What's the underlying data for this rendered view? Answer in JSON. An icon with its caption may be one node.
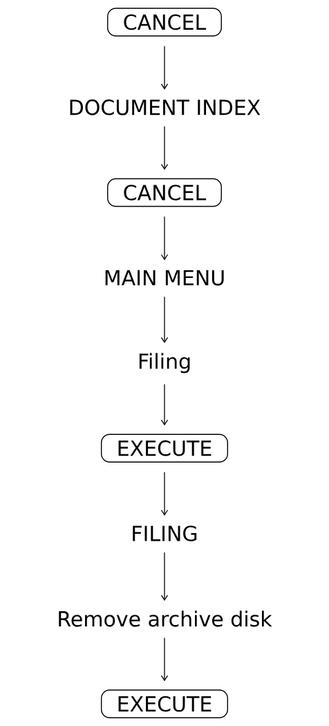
{
  "diagram": {
    "nodes": [
      {
        "text": [
          "CANCEL"
        ]
      },
      {
        "text": [
          "DOCUMENT INDEX"
        ]
      },
      {
        "text": [
          "CANCEL"
        ]
      },
      {
        "text": [
          "MAIN MENU"
        ]
      },
      {
        "text": [
          "Filing"
        ]
      },
      {
        "text": [
          "EXECUTE"
        ]
      },
      {
        "text": [
          "FILING"
        ]
      },
      {
        "text": [
          "Remove archive disk"
        ]
      },
      {
        "text": [
          "EXECUTE"
        ]
      }
    ],
    "edges": [
      {
        "from": 0,
        "to": 1,
        "arrow": "to"
      },
      {
        "from": 1,
        "to": 2,
        "arrow": "to"
      },
      {
        "from": 2,
        "to": 3,
        "arrow": "to"
      },
      {
        "from": 3,
        "to": 4,
        "arrow": "to"
      },
      {
        "from": 4,
        "to": 5,
        "arrow": "to"
      },
      {
        "from": 5,
        "to": 6,
        "arrow": "to"
      },
      {
        "from": 6,
        "to": 7,
        "arrow": "to"
      },
      {
        "from": 7,
        "to": 8,
        "arrow": "to"
      }
    ]
  }
}
